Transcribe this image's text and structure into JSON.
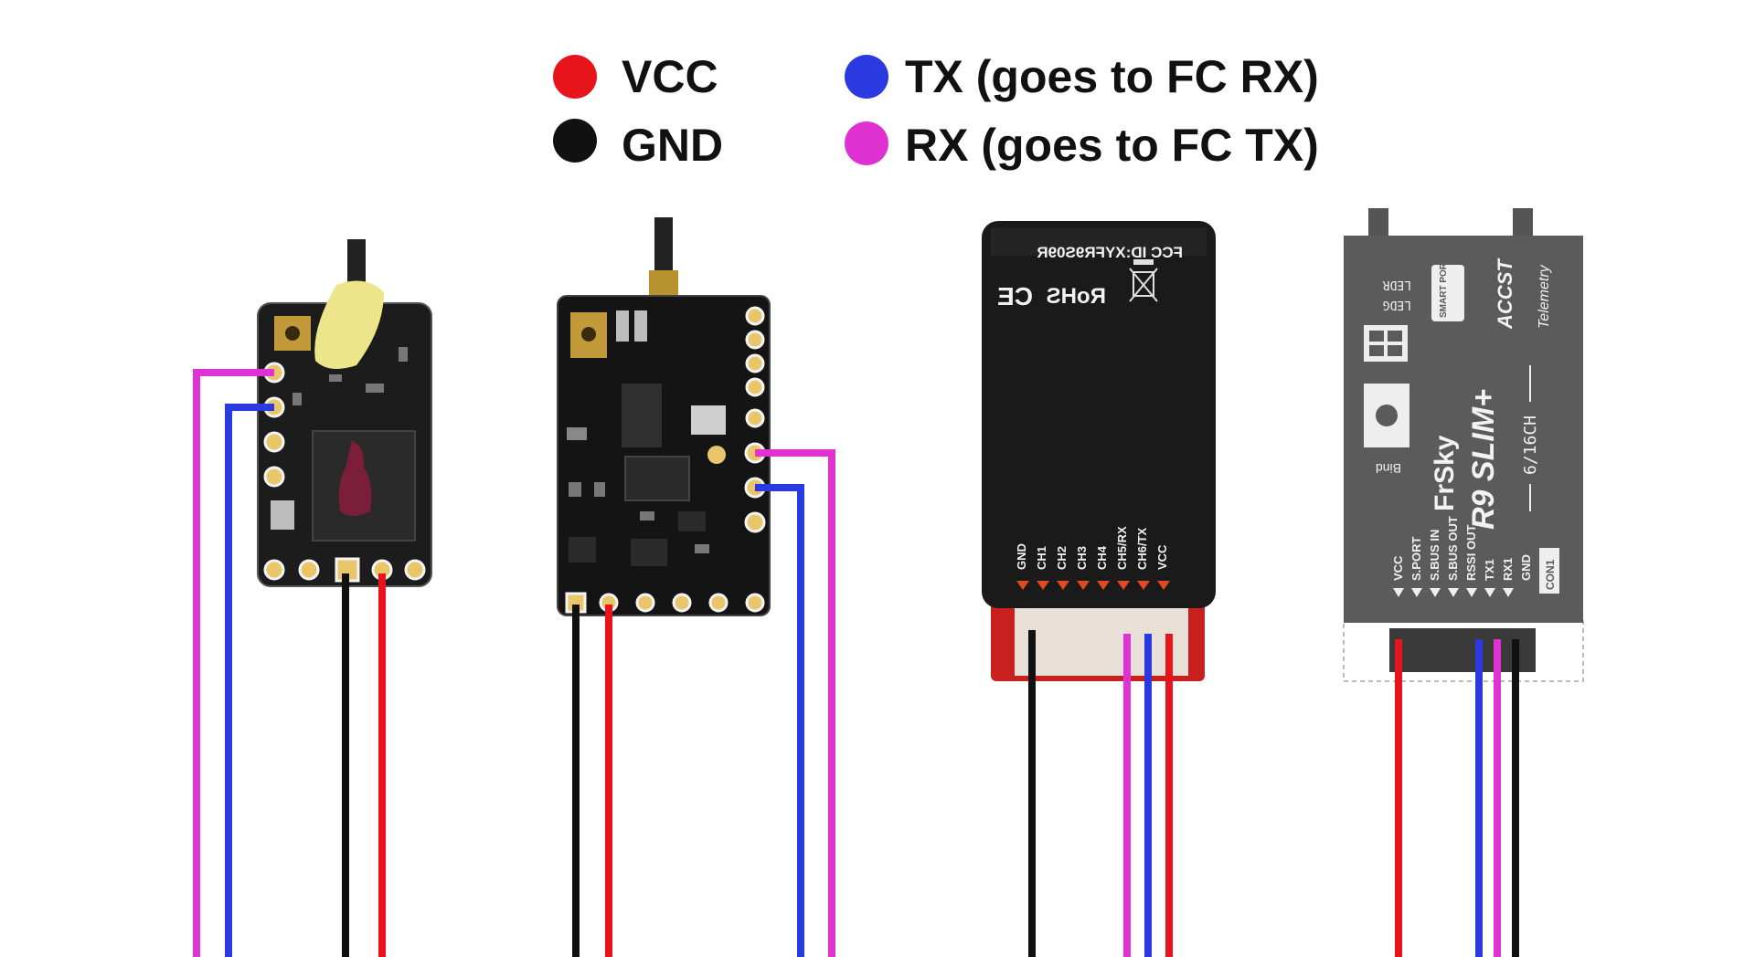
{
  "colors": {
    "vcc": "#e8141c",
    "gnd": "#111111",
    "tx": "#2a3ae0",
    "rx": "#e032d2"
  },
  "legend": {
    "vcc": "VCC",
    "gnd": "GND",
    "tx": "TX (goes to FC RX)",
    "rx": "RX (goes to FC TX)"
  },
  "receiver3": {
    "fcc_id": "FCC ID:XYFR9S09R",
    "rohs": "RoHS",
    "ce": "CE",
    "pins": [
      "GND",
      "CH1",
      "CH2",
      "CH3",
      "CH4",
      "CH5/RX",
      "CH6/TX",
      "VCC"
    ]
  },
  "receiver4": {
    "brand": "FrSky",
    "model": "R9 SLIM+",
    "access": "ACCST",
    "telemetry": "Telemetry",
    "channels": "6/16CH",
    "bind": "Bind",
    "led_r": "LEDR",
    "led_g": "LEDG",
    "smart_port": "SMART PORT",
    "connector": "CON1",
    "pins": [
      "VCC",
      "S.PORT",
      "S.BUS IN",
      "S.BUS OUT",
      "RSSI OUT",
      "TX1",
      "RX1",
      "GND"
    ]
  }
}
